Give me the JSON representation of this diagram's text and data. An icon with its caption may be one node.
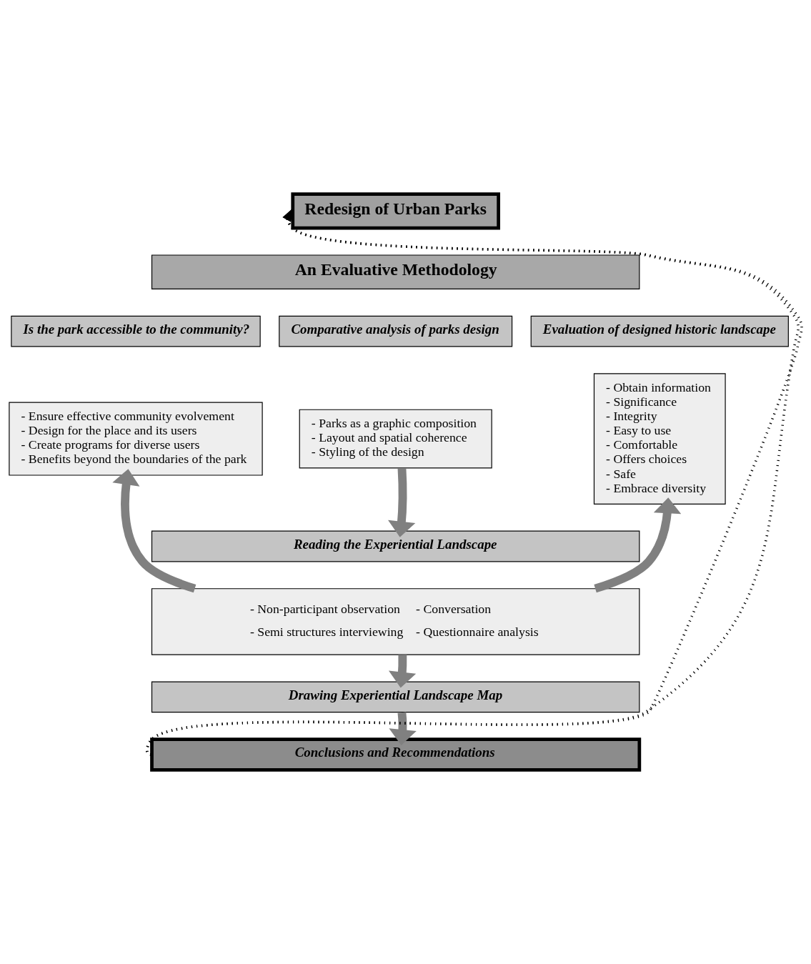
{
  "diagram": {
    "nodes": [
      {
        "text": [
          "Redesign of Urban Parks"
        ]
      },
      {
        "text": [
          "An Evaluative Methodology"
        ]
      },
      {
        "text": [
          "Is the park accessible to the community?"
        ]
      },
      {
        "text": [
          "Comparative analysis of parks design"
        ]
      },
      {
        "text": [
          "Evaluation of designed historic landscape"
        ]
      },
      {
        "text": [
          "- Ensure effective community evolvement",
          "- Design for the place and its users",
          "- Create programs for diverse users",
          "- Benefits beyond the boundaries of the park"
        ]
      },
      {
        "text": [
          "- Parks as a graphic composition",
          "- Layout and spatial coherence",
          "- Styling of the design"
        ]
      },
      {
        "text": [
          "- Obtain information",
          "- Significance",
          "- Integrity",
          "- Easy to use",
          "- Comfortable",
          "- Offers choices",
          "- Safe",
          "- Embrace diversity"
        ]
      },
      {
        "text": [
          "Reading the Experiential Landscape"
        ]
      },
      {
        "text": [
          "- Non-participant observation",
          "- Conversation",
          "- Semi structures interviewing",
          "- Questionnaire analysis"
        ]
      },
      {
        "text": [
          "Drawing Experiential Landscape Map"
        ]
      },
      {
        "text": [
          "Conclusions and Recommendations"
        ]
      }
    ],
    "edges": [
      {
        "from": 6,
        "to": 8,
        "arrow": "to"
      },
      {
        "from": 9,
        "to": 5,
        "arrow": "to"
      },
      {
        "from": 9,
        "to": 7,
        "arrow": "to"
      },
      {
        "from": 9,
        "to": 10,
        "arrow": "to"
      },
      {
        "from": 10,
        "to": 11,
        "arrow": "to"
      },
      {
        "from": 11,
        "to": 0,
        "arrow": "to",
        "style": "dashed",
        "color": "#000000"
      },
      {
        "from": 11,
        "to": 0,
        "arrow": "to",
        "style": "dashed",
        "color": "#000000"
      }
    ]
  }
}
